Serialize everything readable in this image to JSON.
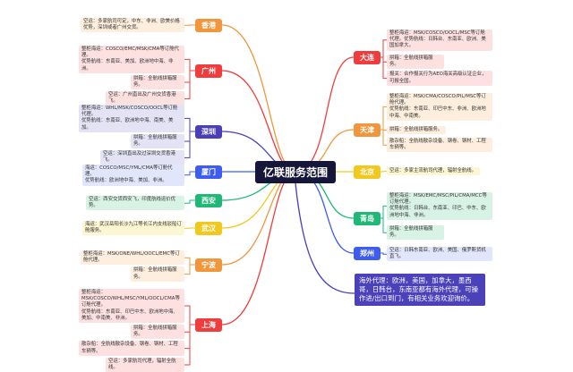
{
  "title": "亿联服务范围",
  "colors": {
    "red": "#f03c3c",
    "orange": "#f0963c",
    "purple": "#4a3fb8",
    "blue": "#3d5cf0",
    "green": "#1fb877",
    "yellow": "#f0c81e",
    "center": "#16163a"
  },
  "branches": [
    {
      "city": "香港",
      "color": "orange",
      "notes": [
        "空运：多家航司可定，中东、非洲、欧美价格优势，深圳或者广州交货。"
      ]
    },
    {
      "city": "广州",
      "color": "red",
      "notes": [
        "整柜海运：COSCO/EMC/MSK/CMA等订舱代理。\n优势航线：东南亚、美加、欧洲地中海、非洲。",
        "拼箱：全航线拼箱服务。",
        "空运：广州直出及广州交货香港飞。"
      ]
    },
    {
      "city": "深圳",
      "color": "purple",
      "notes": [
        "整柜海运：WHL/MSK/COSCO/OOCL等订舱代理。\n优势航线：东南亚、欧洲地中海、南美、美加。",
        "拼箱：全航线拼箱服务。",
        "空运：深圳直出及过深圳交货香港飞。"
      ]
    },
    {
      "city": "厦门",
      "color": "blue",
      "notes": [
        "海运：COSCO/MSC/YML/CMA等订舱代理。\n优势航线：欧洲地中海、美加、非洲。"
      ]
    },
    {
      "city": "西安",
      "color": "green",
      "notes": [
        "空运：西安交货西安飞，印度航线运价优势。"
      ]
    },
    {
      "city": "武汉",
      "color": "yellow",
      "notes": [
        "海运：武汉岳阳长沙九江等长江内支线驳船订舱服务。"
      ]
    },
    {
      "city": "宁波",
      "color": "orange",
      "notes": [
        "整柜海运：MSK/ONE/WHL/OOCL/EMC等订舱代理。",
        "拼箱：全航线拼箱服务。"
      ]
    },
    {
      "city": "上海",
      "color": "red",
      "notes": [
        "整柜海运：MSK/COSCO/WHL/MSC/YML/OOCL/CMA等订舱代理。\n优势航线：东南亚、印巴中东、欧洲地中海、美加、中南美、非洲。",
        "拼箱：全航线拼箱服务。",
        "散杂船：全航线散杂设备、钢卷、钢材、工程车辆等。",
        "空运：多家航司代理，辐射全航线。"
      ]
    },
    {
      "city": "大连",
      "color": "red",
      "notes": [
        "整柜海运：MSK/COSCO/OOCL/MSC等订舱代理。优势航线：日韩台、东南亚、欧洲、美国加拿大。",
        "拼箱：全航线拼箱服务。",
        "报关：合作报关行为AEO海关高级认证企业，可报全国。"
      ]
    },
    {
      "city": "天津",
      "color": "orange",
      "notes": [
        "整柜海运：MSK/CMA/COSCO/PIL/MSC等订舱代理。\n优势航线：东南亚、印巴中东、非洲、欧洲地中海、中南美。",
        "拼箱：全航线拼箱服务。",
        "散杂船：全航线散杂设备、钢卷、钢材、工程车辆等。"
      ]
    },
    {
      "city": "北京",
      "color": "yellow",
      "notes": [
        "空运：多家主流航司代理，辐射全航线。"
      ]
    },
    {
      "city": "青岛",
      "color": "green",
      "notes": [
        "整柜海运：MSK/EMC/MSC/PIL/CMA/MCC等订舱代理。\n优势航线：日韩台、东南亚、印巴、中东、欧洲地中海、非洲。",
        "拼箱：全航线拼箱服务。"
      ]
    },
    {
      "city": "郑州",
      "color": "blue",
      "notes": [
        "空运：日韩东南亚、欧洲、美国、俄罗斯货机直飞。"
      ]
    }
  ],
  "overseas": "海外代理：欧洲，美国，加拿大，墨西哥，日韩台，东南亚都有海外代理，可操作进/出口到门，有相关业务欢迎询价。"
}
